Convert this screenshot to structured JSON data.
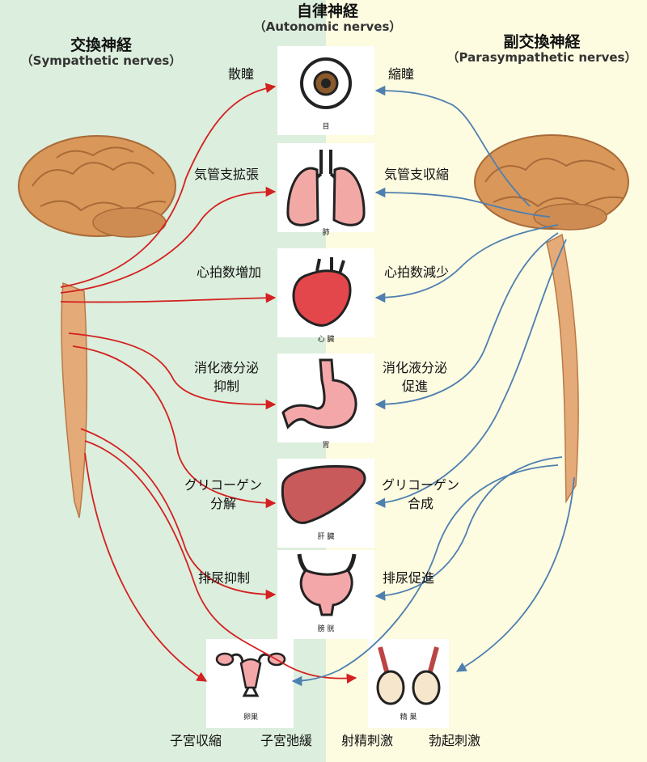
{
  "titles": {
    "center_main": "自律神経",
    "center_sub": "（Autonomic nerves）",
    "left_main": "交換神経",
    "left_sub": "（Sympathetic nerves）",
    "right_main": "副交換神経",
    "right_sub": "（Parasympathetic nerves）"
  },
  "organs": {
    "eye": "目",
    "lung": "肺",
    "heart": "心 臓",
    "stomach": "胃",
    "liver": "肝 臓",
    "bladder": "膀 胱",
    "ovary": "卵巣",
    "testis": "精 巣"
  },
  "sympathetic_labels": {
    "eye": "散瞳",
    "lung": "気管支拡張",
    "heart": "心拍数増加",
    "stomach_1": "消化液分泌",
    "stomach_2": "抑制",
    "liver_1": "グリコーゲン",
    "liver_2": "分解",
    "bladder": "排尿抑制"
  },
  "parasympathetic_labels": {
    "eye": "縮瞳",
    "lung": "気管支収縮",
    "heart": "心拍数減少",
    "stomach_1": "消化液分泌",
    "stomach_2": "促進",
    "liver_1": "グリコーゲン",
    "liver_2": "合成",
    "bladder": "排尿促進"
  },
  "bottom_labels": {
    "uterus_contract": "子宮収縮",
    "uterus_relax": "子宮弛緩",
    "ejaculation": "射精刺激",
    "erection": "勃起刺激"
  },
  "colors": {
    "left_bg": "#dceedd",
    "right_bg": "#fdfbe0",
    "sympathetic_arrow": "#d42020",
    "parasympathetic_arrow": "#4d7fb0",
    "brain": "#d9975a"
  }
}
